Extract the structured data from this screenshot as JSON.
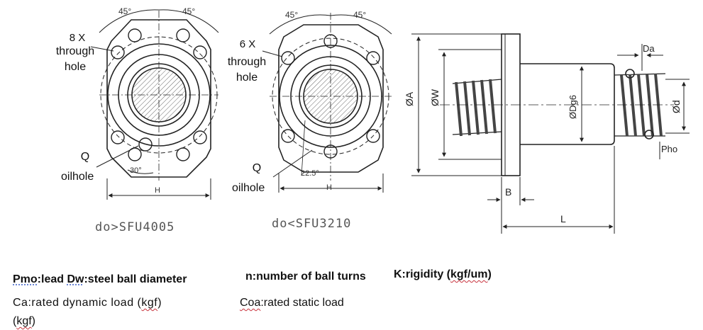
{
  "drawing_left": {
    "angle_left": "45°",
    "angle_right": "45°",
    "holes_count": "8 X",
    "holes_label_1": "through",
    "holes_label_2": "hole",
    "oilhole_symbol": "Q",
    "oilhole_label": "oilhole",
    "oil_angle": "30°",
    "width_label": "H",
    "caption": "do>SFU4005"
  },
  "drawing_middle": {
    "angle_left": "45°",
    "angle_right": "45°",
    "holes_count": "6 X",
    "holes_label_1": "through",
    "holes_label_2": "hole",
    "oilhole_symbol": "Q",
    "oilhole_label": "oilhole",
    "oil_angle": "22.5°",
    "width_label": "H",
    "caption": "do<SFU3210"
  },
  "drawing_side": {
    "dim_a": "ØA",
    "dim_w": "ØW",
    "dim_dg": "ØDg6",
    "dim_d": "Ød",
    "dim_da": "Da",
    "dim_pho": "Pho",
    "dim_b": "B",
    "dim_l": "L"
  },
  "legend": {
    "pmo_term": "Pmo",
    "pmo_desc": ":lead ",
    "dw_term": "Dw",
    "dw_desc": ":steel ball diameter",
    "n_text": "n:number of ball turns",
    "k_text": "K:rigidity (",
    "k_unit": "kgf/um",
    "k_close": ")",
    "ca_text": "Ca:rated dynamic load (",
    "ca_unit": "kgf",
    "ca_close": ")",
    "ca_cont_open": "(",
    "ca_cont_unit": "kgf",
    "ca_cont_close": ")",
    "coa_term": "Coa",
    "coa_desc": ":rated   static load"
  }
}
